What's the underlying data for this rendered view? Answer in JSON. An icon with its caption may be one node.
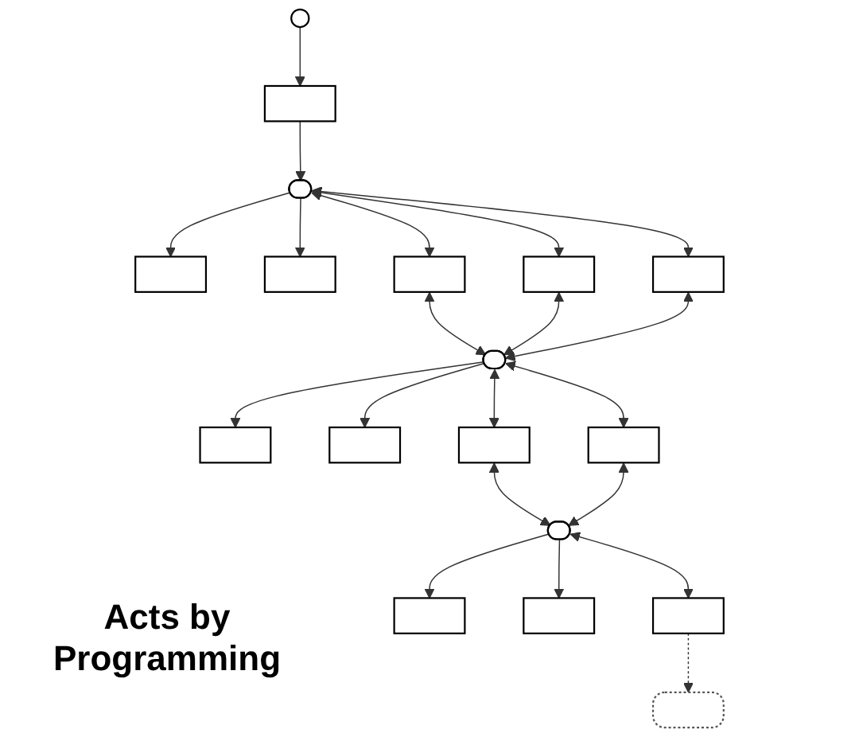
{
  "diagram": {
    "nodes": [
      {
        "text": [],
        "shape": "circle"
      },
      {
        "text": [],
        "shape": "box"
      },
      {
        "text": [],
        "shape": "ellipse"
      },
      {
        "text": [],
        "shape": "box"
      },
      {
        "text": [],
        "shape": "box"
      },
      {
        "text": [],
        "shape": "box"
      },
      {
        "text": [],
        "shape": "box"
      },
      {
        "text": [],
        "shape": "box"
      },
      {
        "text": [],
        "shape": "ellipse"
      },
      {
        "text": [],
        "shape": "box"
      },
      {
        "text": [],
        "shape": "box"
      },
      {
        "text": [],
        "shape": "box"
      },
      {
        "text": [],
        "shape": "box"
      },
      {
        "text": [],
        "shape": "ellipse"
      },
      {
        "text": [],
        "shape": "box"
      },
      {
        "text": [],
        "shape": "box"
      },
      {
        "text": [],
        "shape": "box"
      },
      {
        "text": [],
        "shape": "box"
      }
    ],
    "edges": [
      {
        "from": 0,
        "to": 1,
        "arrow": "to"
      },
      {
        "from": 1,
        "to": 2,
        "arrow": "to"
      },
      {
        "from": 2,
        "to": 3,
        "arrow": "to"
      },
      {
        "from": 2,
        "to": 4,
        "arrow": "to"
      },
      {
        "from": 2,
        "to": 5,
        "arrow": "both"
      },
      {
        "from": 2,
        "to": 6,
        "arrow": "both"
      },
      {
        "from": 2,
        "to": 7,
        "arrow": "both"
      },
      {
        "from": 5,
        "to": 8,
        "arrow": "both"
      },
      {
        "from": 6,
        "to": 8,
        "arrow": "both"
      },
      {
        "from": 7,
        "to": 8,
        "arrow": "both"
      },
      {
        "from": 8,
        "to": 9,
        "arrow": "to"
      },
      {
        "from": 8,
        "to": 10,
        "arrow": "to"
      },
      {
        "from": 8,
        "to": 11,
        "arrow": "both"
      },
      {
        "from": 8,
        "to": 12,
        "arrow": "both"
      },
      {
        "from": 11,
        "to": 13,
        "arrow": "both"
      },
      {
        "from": 12,
        "to": 13,
        "arrow": "both"
      },
      {
        "from": 13,
        "to": 14,
        "arrow": "to"
      },
      {
        "from": 13,
        "to": 15,
        "arrow": "to"
      },
      {
        "from": 13,
        "to": 16,
        "arrow": "both"
      },
      {
        "from": 16,
        "to": 17,
        "arrow": "to",
        "style": "dashed"
      }
    ],
    "labels": [
      "Acts by Programming"
    ]
  }
}
